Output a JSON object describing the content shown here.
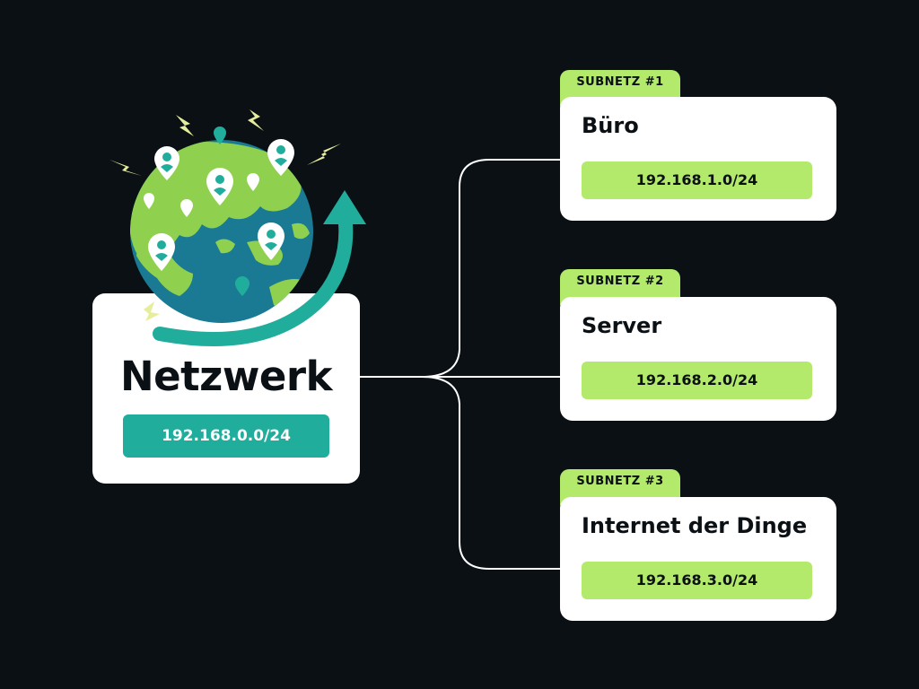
{
  "main": {
    "title": "Netzwerk",
    "ip": "192.168.0.0/24"
  },
  "subnets": [
    {
      "tag": "SUBNETZ #1",
      "name": "Büro",
      "ip": "192.168.1.0/24"
    },
    {
      "tag": "SUBNETZ #2",
      "name": "Server",
      "ip": "192.168.2.0/24"
    },
    {
      "tag": "SUBNETZ #3",
      "name": "Internet der Dinge",
      "ip": "192.168.3.0/24"
    }
  ],
  "colors": {
    "background": "#0b1015",
    "accent_teal": "#21ad9c",
    "accent_green": "#b4ea6b",
    "card": "#ffffff"
  },
  "icons": [
    "globe-icon",
    "location-pin-icon",
    "lightning-icon",
    "growth-arrow-icon"
  ]
}
